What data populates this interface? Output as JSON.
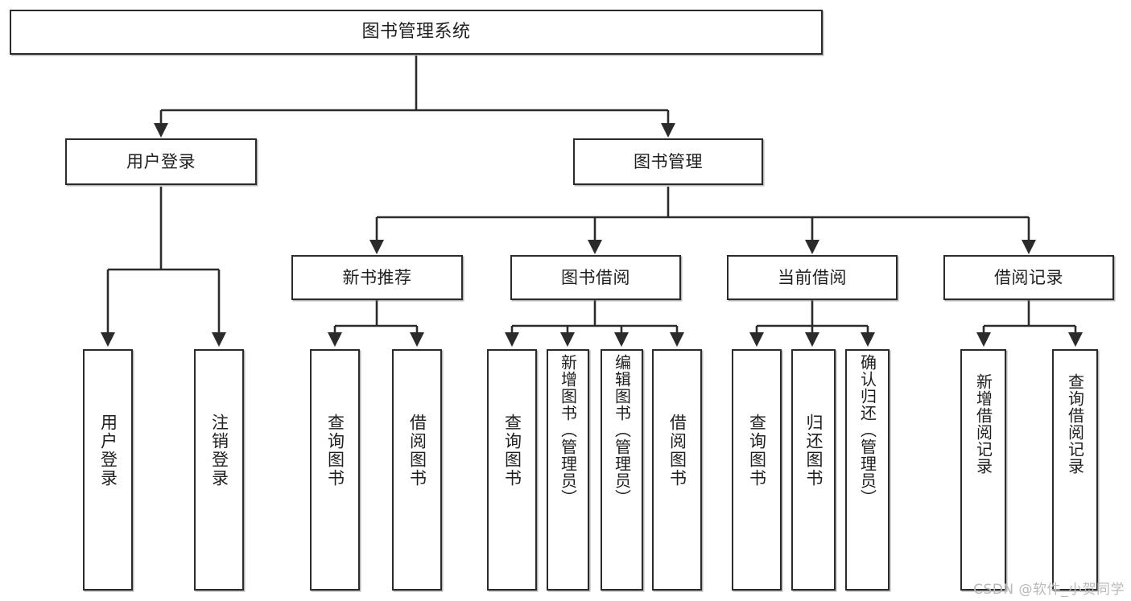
{
  "diagram": {
    "title": "图书管理系统",
    "root": {
      "label": "图书管理系统"
    },
    "level1": [
      {
        "label": "用户登录"
      },
      {
        "label": "图书管理"
      }
    ],
    "level2": [
      {
        "label": "新书推荐"
      },
      {
        "label": "图书借阅"
      },
      {
        "label": "当前借阅"
      },
      {
        "label": "借阅记录"
      }
    ],
    "leaves": {
      "user_login": [
        {
          "label": "用户登录"
        },
        {
          "label": "注销登录"
        }
      ],
      "new_book_recommend": [
        {
          "label": "查询图书"
        },
        {
          "label": "借阅图书"
        }
      ],
      "book_borrow": [
        {
          "label": "查询图书"
        },
        {
          "label": "新增图书（管理员）"
        },
        {
          "label": "编辑图书（管理员）"
        },
        {
          "label": "借阅图书"
        }
      ],
      "current_borrow": [
        {
          "label": "查询图书"
        },
        {
          "label": "归还图书"
        },
        {
          "label": "确认归还（管理员）"
        }
      ],
      "borrow_record": [
        {
          "label": "新增借阅记录"
        },
        {
          "label": "查询借阅记录"
        }
      ]
    }
  },
  "watermark": {
    "text": "CSDN @软件_小贺同学"
  },
  "colors": {
    "stroke": "#2b2b2b",
    "fill": "#ffffff",
    "text": "#1f1f1f",
    "watermark": "#b9b9b9"
  }
}
